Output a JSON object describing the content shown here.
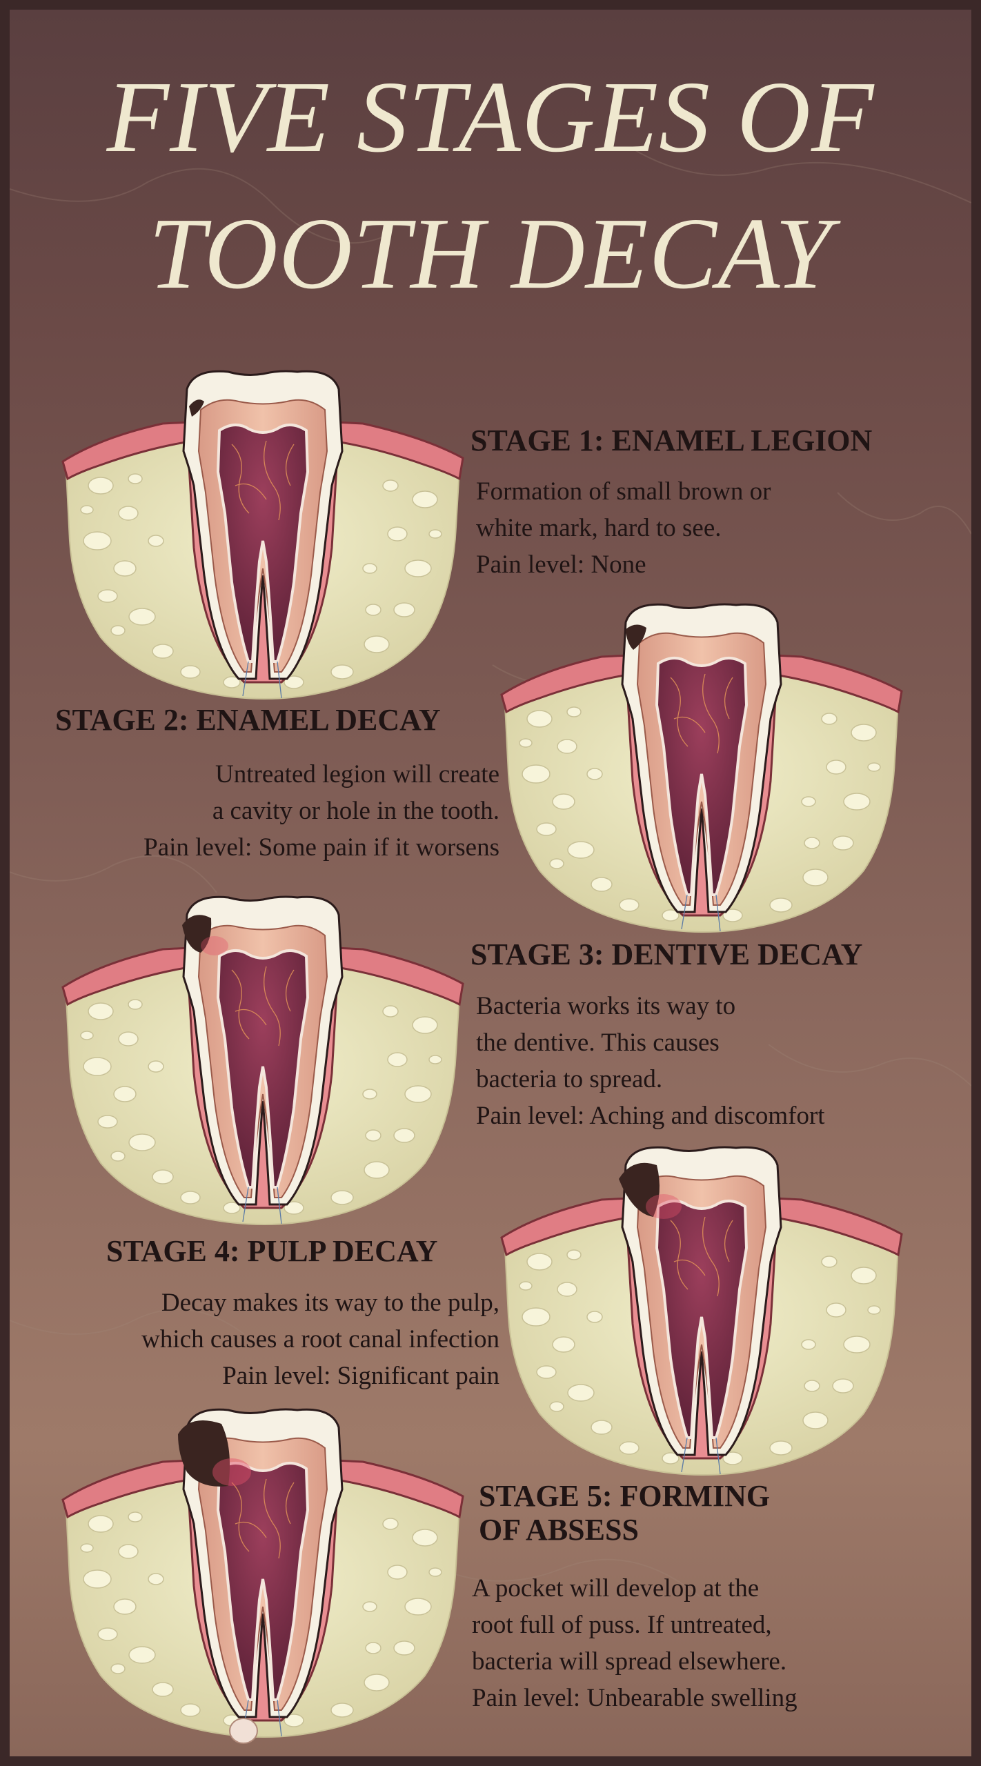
{
  "title": {
    "line1": "FIVE STAGES OF",
    "line2": "TOOTH DECAY"
  },
  "colors": {
    "background_top": "#5a3f40",
    "background_bottom": "#9e7a69",
    "title": "#efe8cf",
    "text": "#1f1414",
    "bone": "#e8e4be",
    "gum": "#e07d84",
    "enamel": "#f6f1e4",
    "dentin": "#e7b59e",
    "pulp": "#7b2f4a",
    "decay": "#3a2420"
  },
  "stages": [
    {
      "title": "STAGE 1: ENAMEL LEGION",
      "lines": [
        "Formation of small brown or",
        "white mark, hard to see.",
        "Pain level: None"
      ]
    },
    {
      "title": "STAGE 2: ENAMEL DECAY",
      "lines": [
        "Untreated legion will create",
        "a cavity or hole in the tooth.",
        "Pain level: Some pain if it worsens"
      ]
    },
    {
      "title": "STAGE 3: DENTIVE DECAY",
      "lines": [
        "Bacteria works its way to",
        "the dentive. This causes",
        "bacteria to spread.",
        "Pain level: Aching and discomfort"
      ]
    },
    {
      "title": "STAGE 4: PULP DECAY",
      "lines": [
        "Decay makes its way to the pulp,",
        "which causes a root canal infection",
        "Pain level: Significant pain"
      ]
    },
    {
      "title_lines": [
        "STAGE 5: FORMING",
        "OF ABSESS"
      ],
      "lines": [
        "A pocket will develop at the",
        "root full of puss. If untreated,",
        "bacteria will spread elsewhere.",
        "Pain level: Unbearable swelling"
      ]
    }
  ],
  "icons": [
    "tooth-stage-1-illustration",
    "tooth-stage-2-illustration",
    "tooth-stage-3-illustration",
    "tooth-stage-4-illustration",
    "tooth-stage-5-illustration"
  ]
}
